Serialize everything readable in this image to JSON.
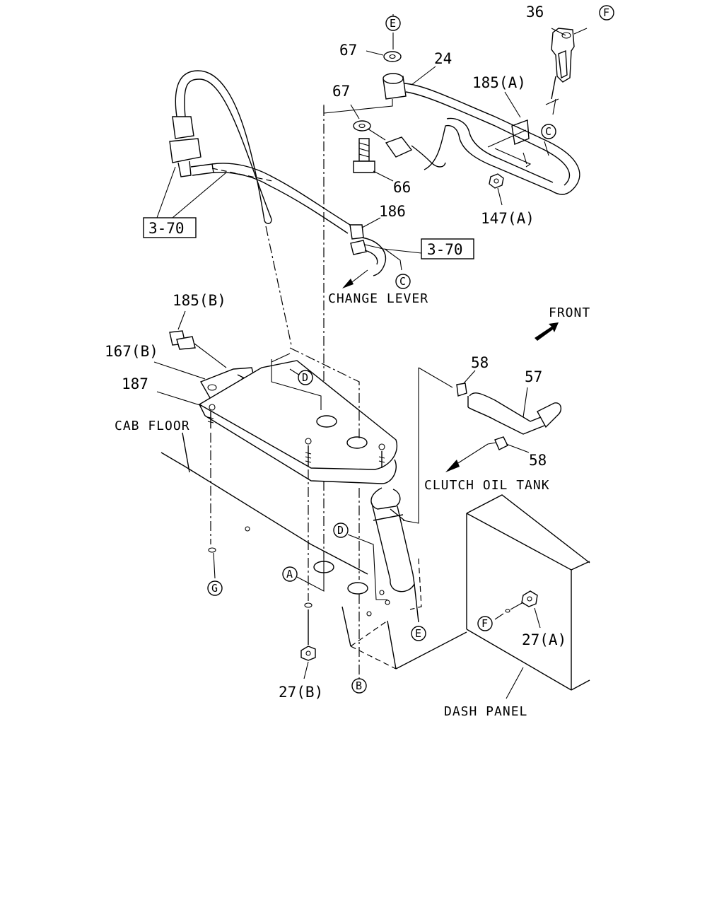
{
  "part_labels": {
    "p36": "36",
    "p67a": "67",
    "p24": "24",
    "p185a": "185(A)",
    "p67b": "67",
    "p66": "66",
    "p147a": "147(A)",
    "p186": "186",
    "p185b": "185(B)",
    "p167b": "167(B)",
    "p187": "187",
    "p58a": "58",
    "p57": "57",
    "p58b": "58",
    "p27a": "27(A)",
    "p27b": "27(B)"
  },
  "ref_boxes": {
    "ref1": "3-70",
    "ref2": "3-70"
  },
  "area_labels": {
    "change_lever": "CHANGE LEVER",
    "front": "FRONT",
    "cab_floor": "CAB FLOOR",
    "clutch_oil_tank": "CLUTCH OIL TANK",
    "dash_panel": "DASH PANEL"
  },
  "connection_markers": {
    "e_top": "E",
    "f_top": "F",
    "c_top": "C",
    "c_mid": "C",
    "d_top": "D",
    "d_mid": "D",
    "a": "A",
    "g": "G",
    "e_bottom": "E",
    "f_bottom": "F",
    "b": "B"
  }
}
